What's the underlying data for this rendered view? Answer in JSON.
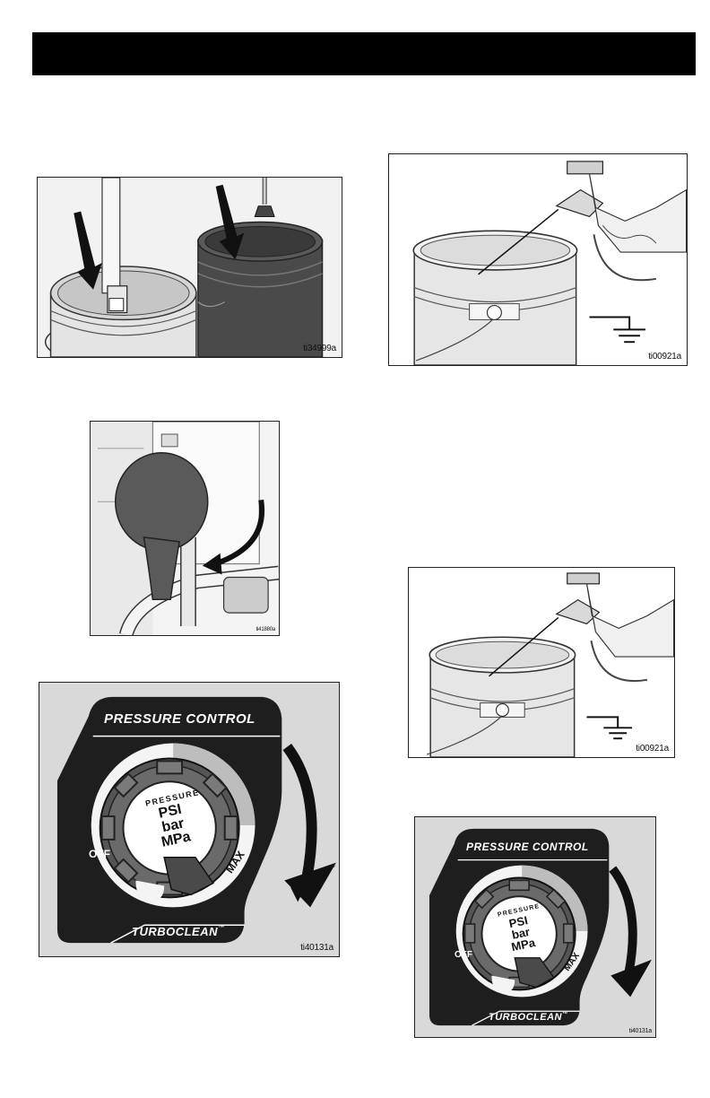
{
  "figures": {
    "buckets": {
      "id": "ti34999a"
    },
    "gun_pail_top": {
      "id": "ti00921a"
    },
    "prime_valve": {
      "id": "ti41880a"
    },
    "gun_pail_bottom": {
      "id": "ti00921a"
    },
    "pressure_large": {
      "id": "ti40131a",
      "title": "PRESSURE CONTROL",
      "brand": "TURBOCLEAN",
      "trademark": "™",
      "off_label": "OFF",
      "max_label": "MAX",
      "dial_arc_text": "PRESSURE",
      "units": [
        "PSI",
        "bar",
        "MPa"
      ]
    },
    "pressure_small": {
      "id": "ti40131a",
      "title": "PRESSURE CONTROL",
      "brand": "TURBOCLEAN",
      "trademark": "™",
      "off_label": "OFF",
      "max_label": "MAX",
      "dial_arc_text": "PRESSURE",
      "units": [
        "PSI",
        "bar",
        "MPa"
      ]
    }
  },
  "colors": {
    "header": "#000000",
    "dark_pail": "#4a4a4a",
    "panel_bg": "#d9d9d9",
    "panel_dark": "#1e1e1e"
  }
}
